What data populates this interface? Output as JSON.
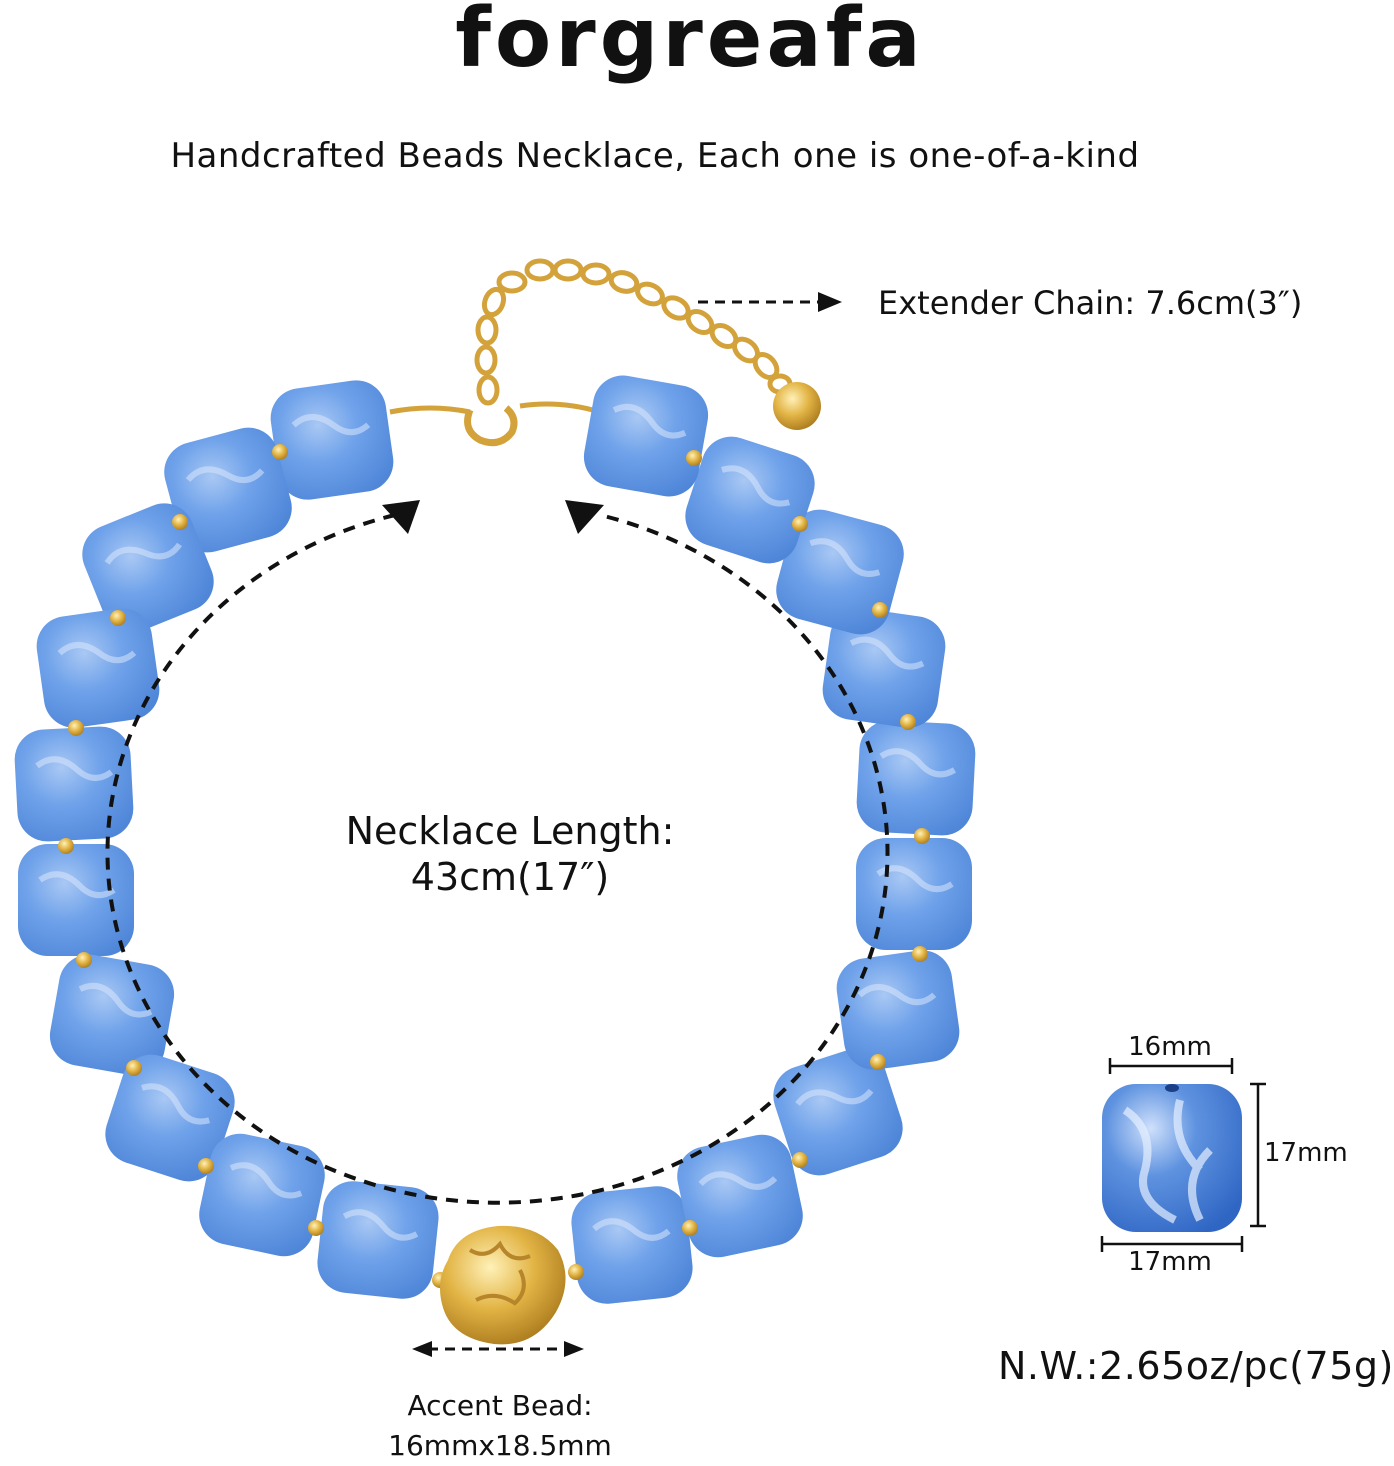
{
  "brand": "forgreafa",
  "tagline": "Handcrafted Beads Necklace,  Each one is one-of-a-kind",
  "extender": {
    "label": "Extender Chain: 7.6cm(3″)"
  },
  "necklace_length": {
    "line1": "Necklace Length:",
    "line2": "43cm(17″)"
  },
  "accent_bead": {
    "line1": "Accent Bead:",
    "line2": "16mmx18.5mm"
  },
  "bead_dimensions": {
    "top": "16mm",
    "right": "17mm",
    "bottom": "17mm"
  },
  "net_weight": "N.W.:2.65oz/pc(75g)",
  "colors": {
    "bead": "#6a9fe6",
    "gold": "#d9a93a",
    "text": "#111111"
  }
}
